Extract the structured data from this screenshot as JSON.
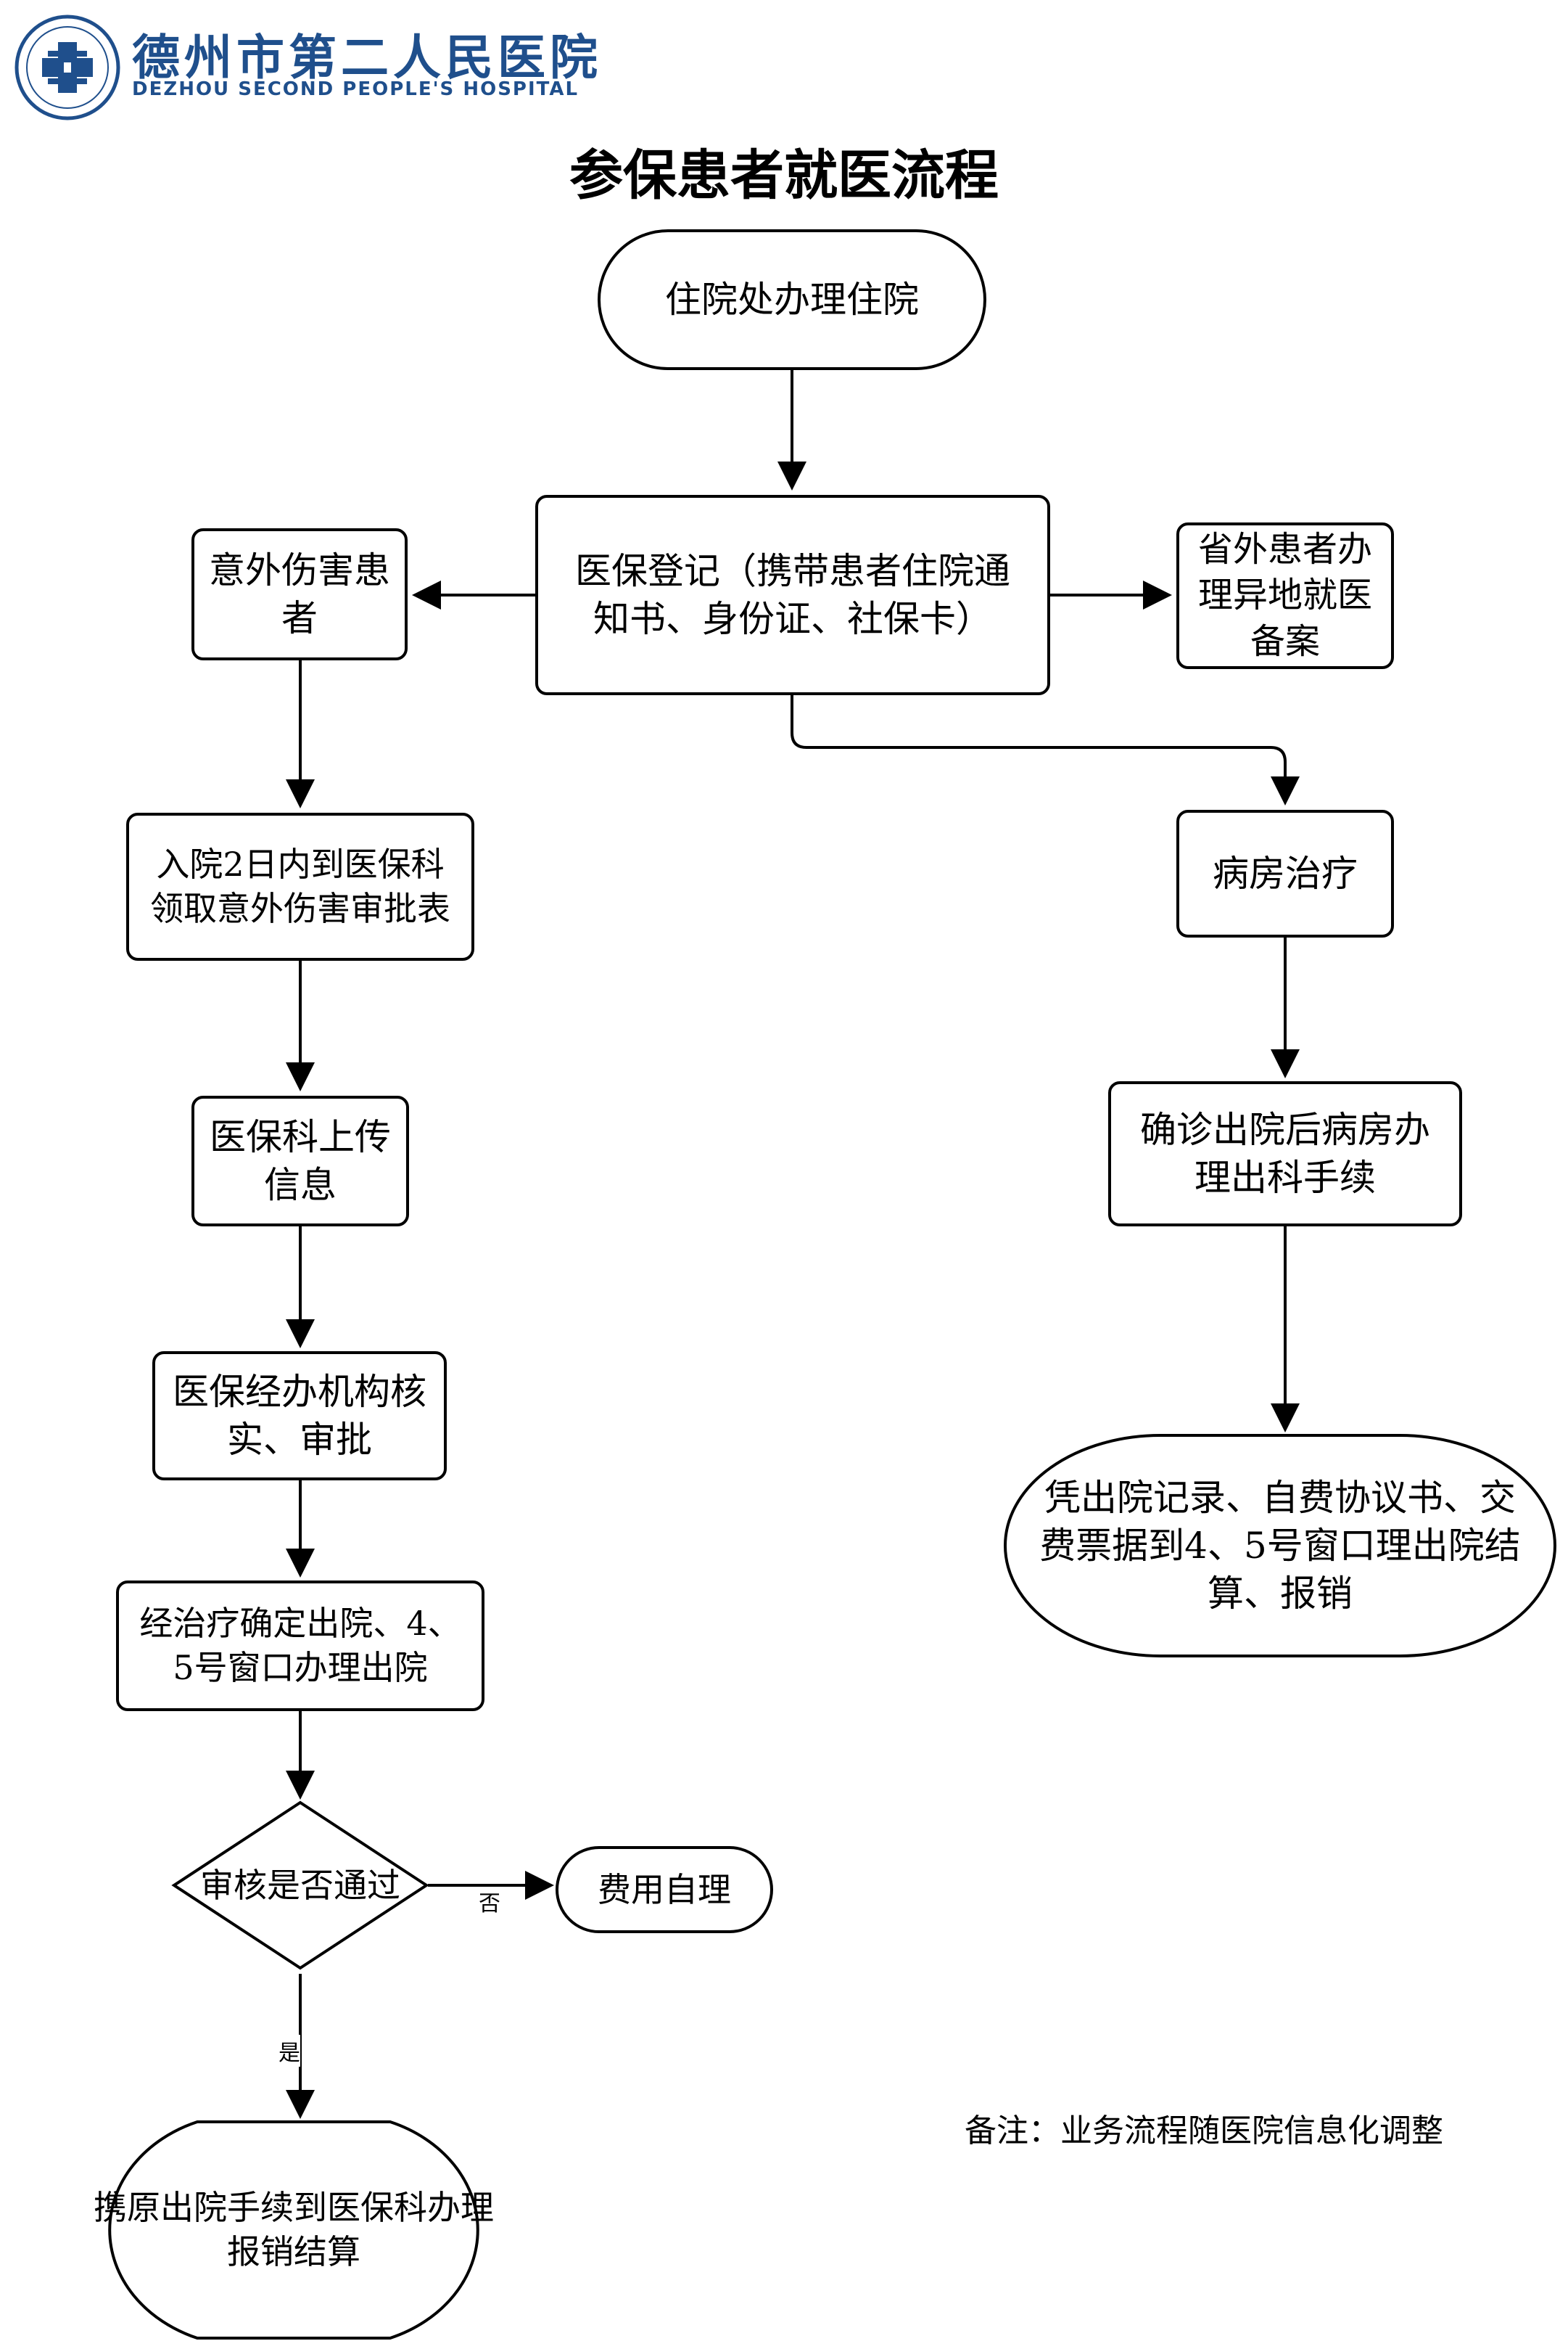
{
  "header": {
    "logo_cn": "德州市第二人民医院",
    "logo_en": "DEZHOU SECOND PEOPLE'S HOSPITAL",
    "brand_color": "#1f4f8c"
  },
  "title": "参保患者就医流程",
  "nodes": {
    "start": "住院处办理住院",
    "register": "医保登记（携带患者住院通知书、身份证、社保卡）",
    "accident": "意外伤害患者",
    "out_of_province": "省外患者办理异地就医备案",
    "accident_form": "入院2日内到医保科领取意外伤害审批表",
    "upload": "医保科上传信息",
    "agency_review": "医保经办机构核实、审批",
    "discharge_left": "经治疗确定出院、4、5号窗口办理出院",
    "decision": "审核是否通过",
    "self_pay": "费用自理",
    "end_left": "携原出院手续到医保科办理报销结算",
    "ward": "病房治疗",
    "discharge_right": "确诊出院后病房办理出科手续",
    "end_right": "凭出院记录、自费协议书、交费票据到4、5号窗口理出院结算、报销"
  },
  "edge_labels": {
    "no": "否",
    "yes": "是"
  },
  "note": "备注：业务流程随医院信息化调整"
}
